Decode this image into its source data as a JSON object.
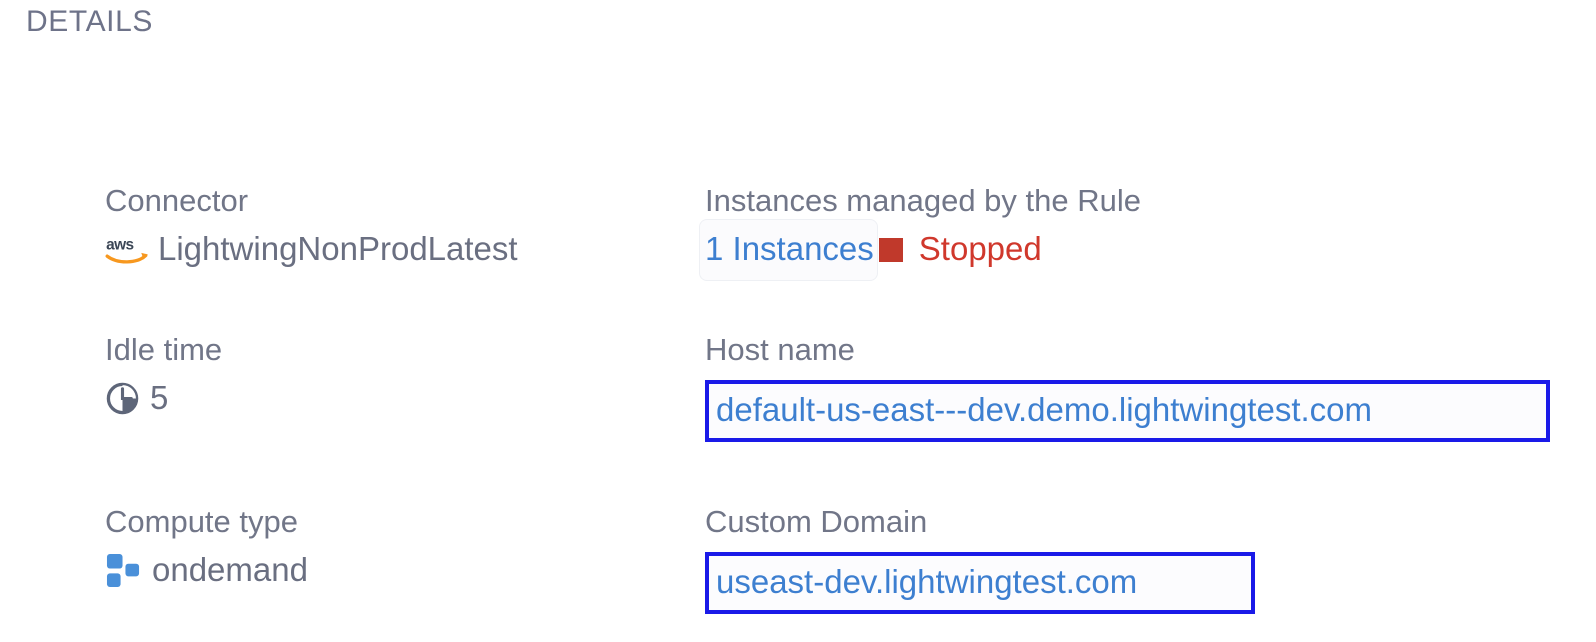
{
  "section": {
    "heading": "DETAILS"
  },
  "colors": {
    "label": "#717688",
    "value": "#6a6f81",
    "link": "#3d7fd0",
    "status_stopped": "#d0382c",
    "status_swatch": "#c0392b",
    "focus_border": "#1a1ae8",
    "aws_orange": "#f7981f",
    "aws_dark": "#3b4656",
    "compute_blue": "#4a90d9"
  },
  "fields": {
    "connector": {
      "label": "Connector",
      "icon": "aws-logo-icon",
      "value": "LightwingNonProdLatest"
    },
    "instances": {
      "label": "Instances managed by the Rule",
      "link_text": "1 Instances",
      "status_icon": "stopped-square-icon",
      "status_text": "Stopped"
    },
    "idle_time": {
      "label": "Idle time",
      "icon": "clock-icon",
      "value": "5"
    },
    "host_name": {
      "label": "Host name",
      "value": "default-us-east---dev.demo.lightwingtest.com"
    },
    "compute_type": {
      "label": "Compute type",
      "icon": "compute-blocks-icon",
      "value": "ondemand"
    },
    "custom_domain": {
      "label": "Custom Domain",
      "value": "useast-dev.lightwingtest.com"
    }
  }
}
